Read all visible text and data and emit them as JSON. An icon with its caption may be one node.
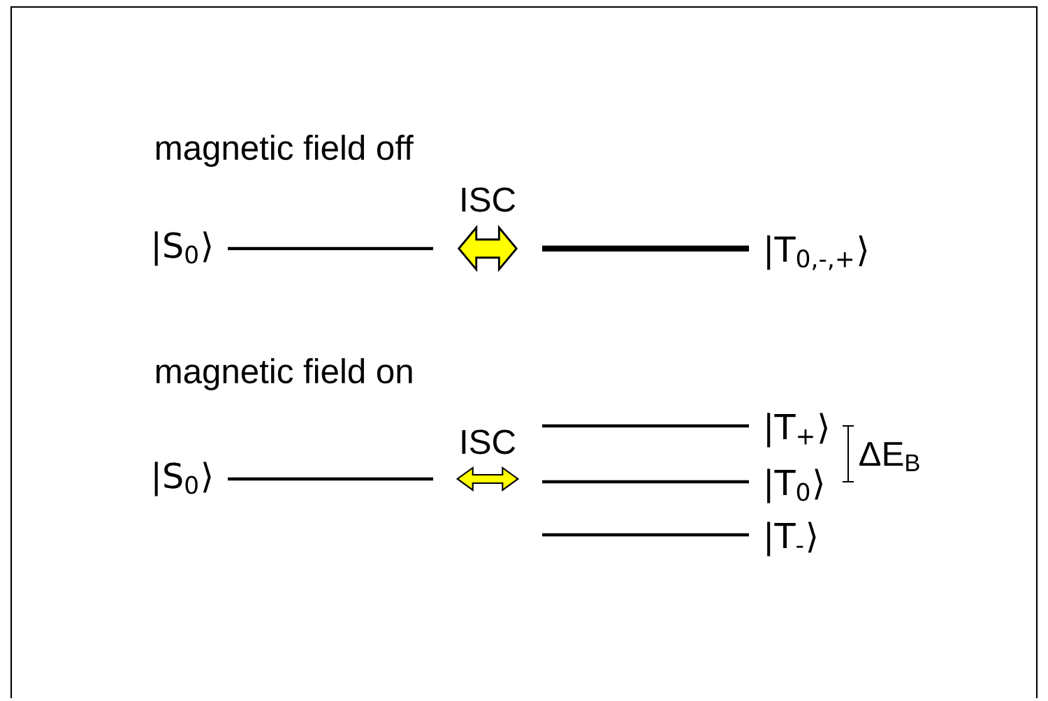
{
  "diagram": {
    "nodes": [
      {
        "text": [
          "|S$_{0}$⟩"
        ]
      },
      {
        "text": [
          "|T$_{0,-,+}$⟩"
        ]
      },
      {
        "text": [
          "|S$_{0}$⟩"
        ]
      },
      {
        "text": [
          "|T$_{+}$⟩"
        ]
      },
      {
        "text": [
          "|T$_{0}$⟩"
        ]
      },
      {
        "text": [
          "|T$_{-}$⟩"
        ]
      }
    ],
    "edges": [
      {
        "from": 0,
        "to": 1,
        "arrow": "both",
        "label": "ISC",
        "color": "#ffff00",
        "style": "thick"
      },
      {
        "from": 2,
        "to": 4,
        "arrow": "both",
        "label": "ISC",
        "color": "#ffff00"
      }
    ],
    "labels": [
      "magnetic field  off",
      "magnetic field  on",
      "ΔE$_{B}$"
    ]
  }
}
